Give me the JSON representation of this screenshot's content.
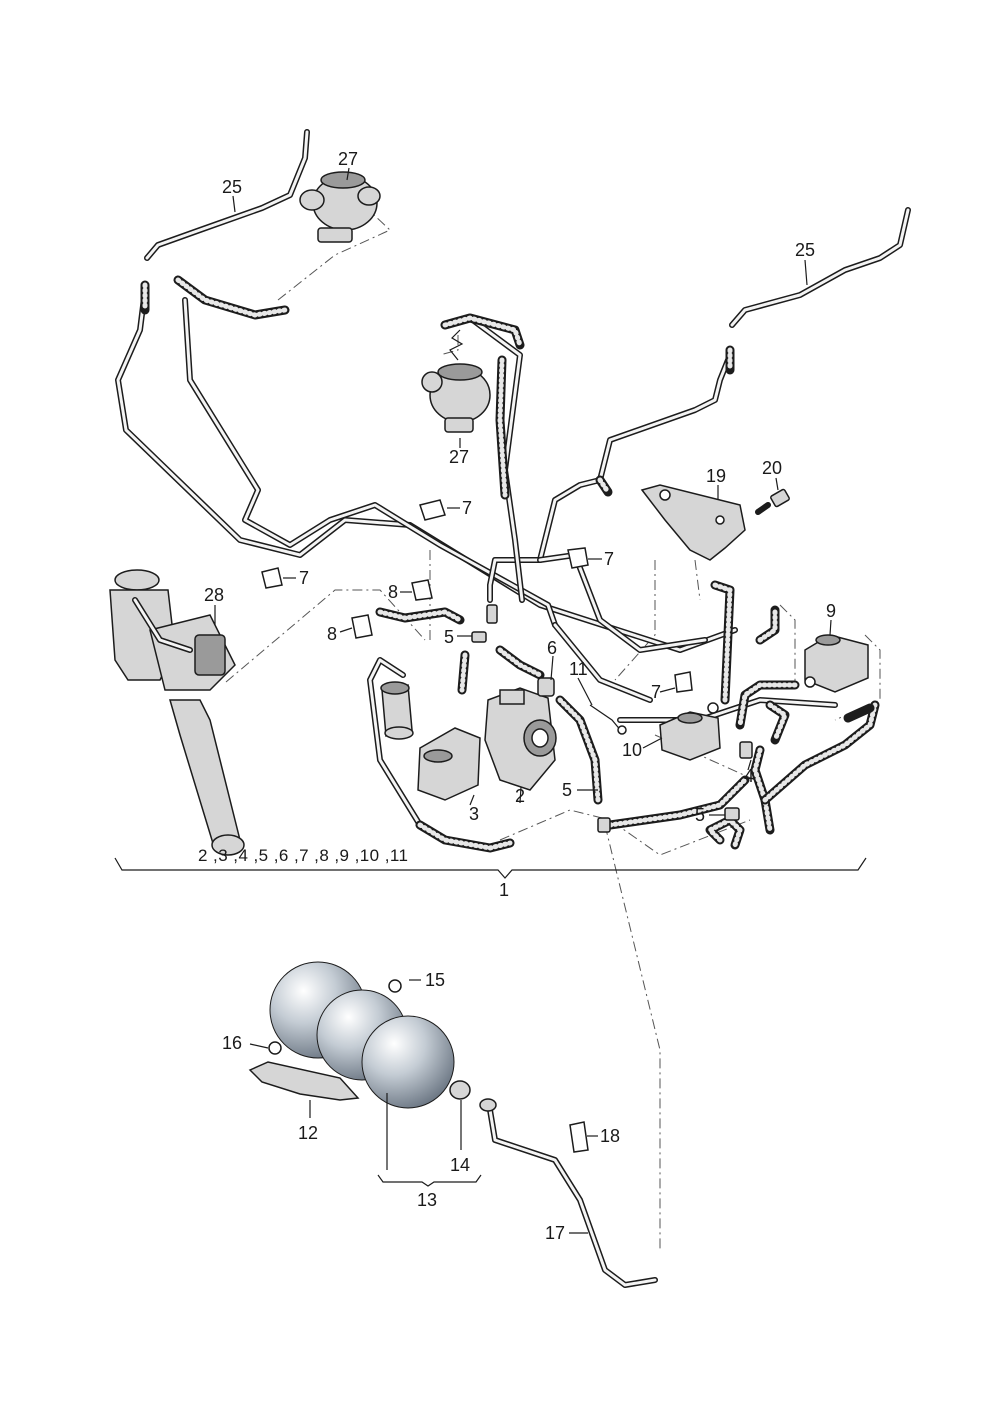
{
  "callouts": {
    "c25_left": "25",
    "c27_top": "27",
    "c25_right": "25",
    "c27_mid": "27",
    "c7_a": "7",
    "c7_b": "7",
    "c7_c": "7",
    "c7_d": "7",
    "c19": "19",
    "c20": "20",
    "c28": "28",
    "c8_a": "8",
    "c8_b": "8",
    "c5_a": "5",
    "c6": "6",
    "c11": "11",
    "c9": "9",
    "c10": "10",
    "c4": "4",
    "c3": "3",
    "c2": "2",
    "c5_b": "5",
    "c5_c": "5",
    "c1": "1",
    "c15": "15",
    "c16": "16",
    "c12": "12",
    "c14": "14",
    "c13": "13",
    "c18": "18",
    "c17": "17"
  },
  "group_list": "2 ,3 ,4 ,5 ,6 ,7 ,8 ,9 ,10 ,11",
  "colors": {
    "line": "#1c1c1c",
    "part_fill": "#d6d6d6",
    "sphere_fill": "#aab4bf"
  },
  "icons": [
    "vacuum-hose",
    "vacuum-pipe",
    "clip",
    "valve",
    "solenoid-valve",
    "filter",
    "vacuum-reservoir"
  ]
}
